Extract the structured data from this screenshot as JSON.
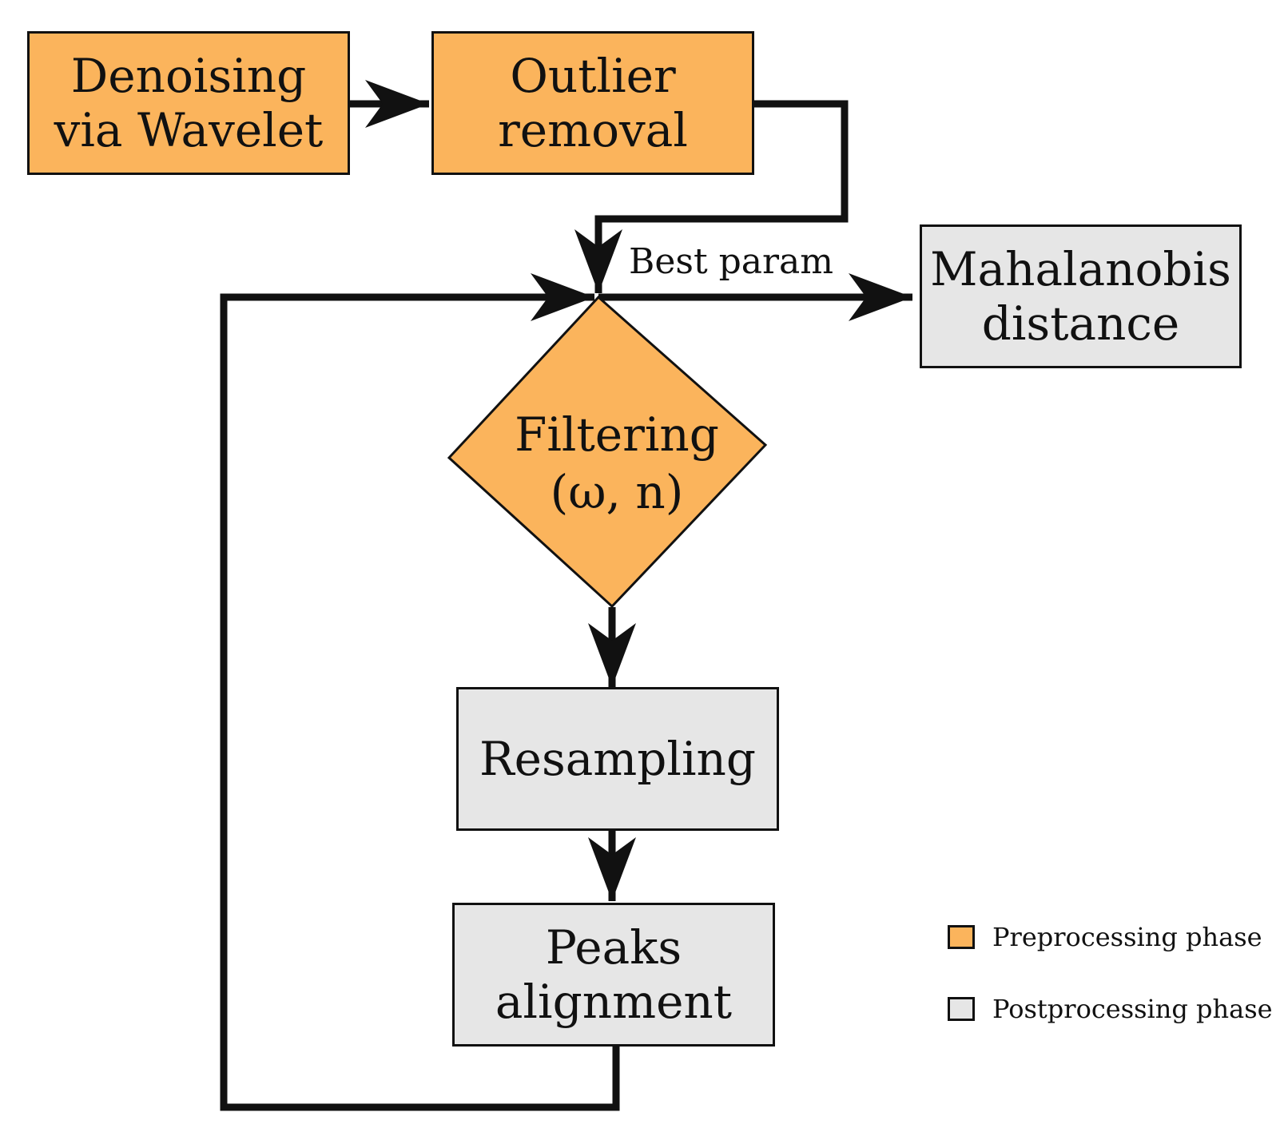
{
  "nodes": {
    "denoising": {
      "lines": [
        "Denoising",
        "via Wavelet"
      ]
    },
    "outlier": {
      "lines": [
        "Outlier",
        "removal"
      ]
    },
    "filtering": {
      "lines": [
        "Filtering",
        "(ω, n)"
      ]
    },
    "mahalanobis": {
      "lines": [
        "Mahalanobis",
        "distance"
      ]
    },
    "resampling": {
      "lines": [
        "Resampling"
      ]
    },
    "peaks": {
      "lines": [
        "Peaks",
        "alignment"
      ]
    }
  },
  "edges": {
    "best_param": "Best param"
  },
  "legend": {
    "items": [
      {
        "label": "Preprocessing phase",
        "color": "#fbb45c"
      },
      {
        "label": "Postprocessing phase",
        "color": "#e6e6e6"
      }
    ]
  },
  "colors": {
    "preprocessing": "#fbb45c",
    "postprocessing": "#e6e6e6",
    "line": "#111111"
  }
}
